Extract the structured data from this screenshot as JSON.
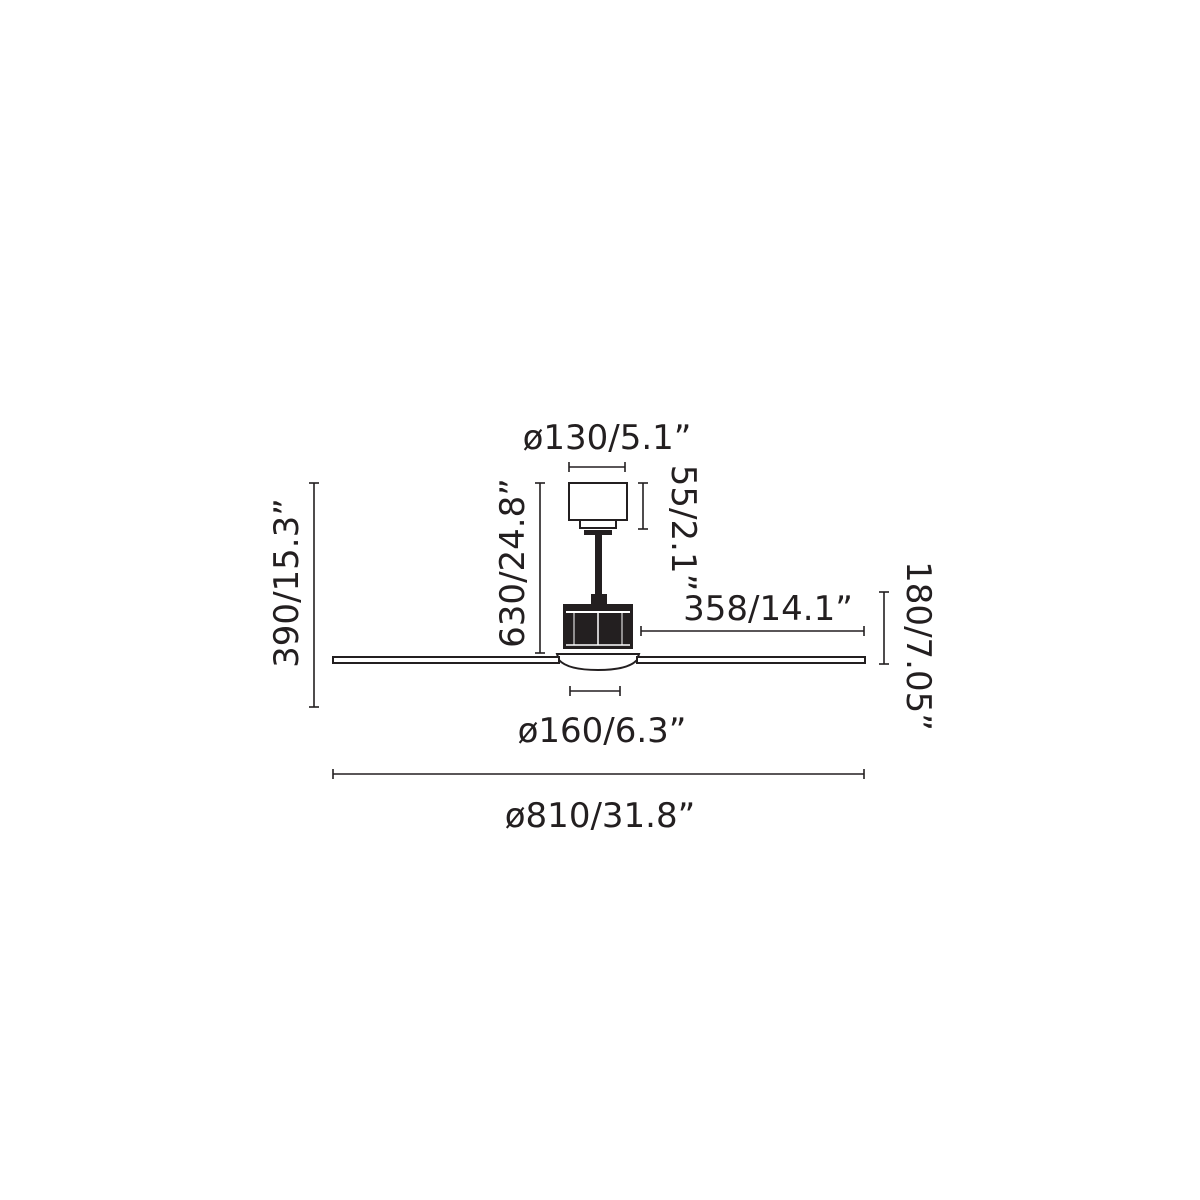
{
  "diagram": {
    "labels": {
      "canopy_diameter": "ø130/5.1”",
      "canopy_height": "55/2.1”",
      "total_height": "630/24.8”",
      "fan_height": "390/15.3”",
      "blade_length": "358/14.1”",
      "ceiling_clearance": "180/7.05”",
      "motor_diameter": "ø160/6.3”",
      "overall_diameter": "ø810/31.8”"
    },
    "colors": {
      "line": "#231f20",
      "motor_fill": "#231f20",
      "background": "#ffffff"
    }
  }
}
